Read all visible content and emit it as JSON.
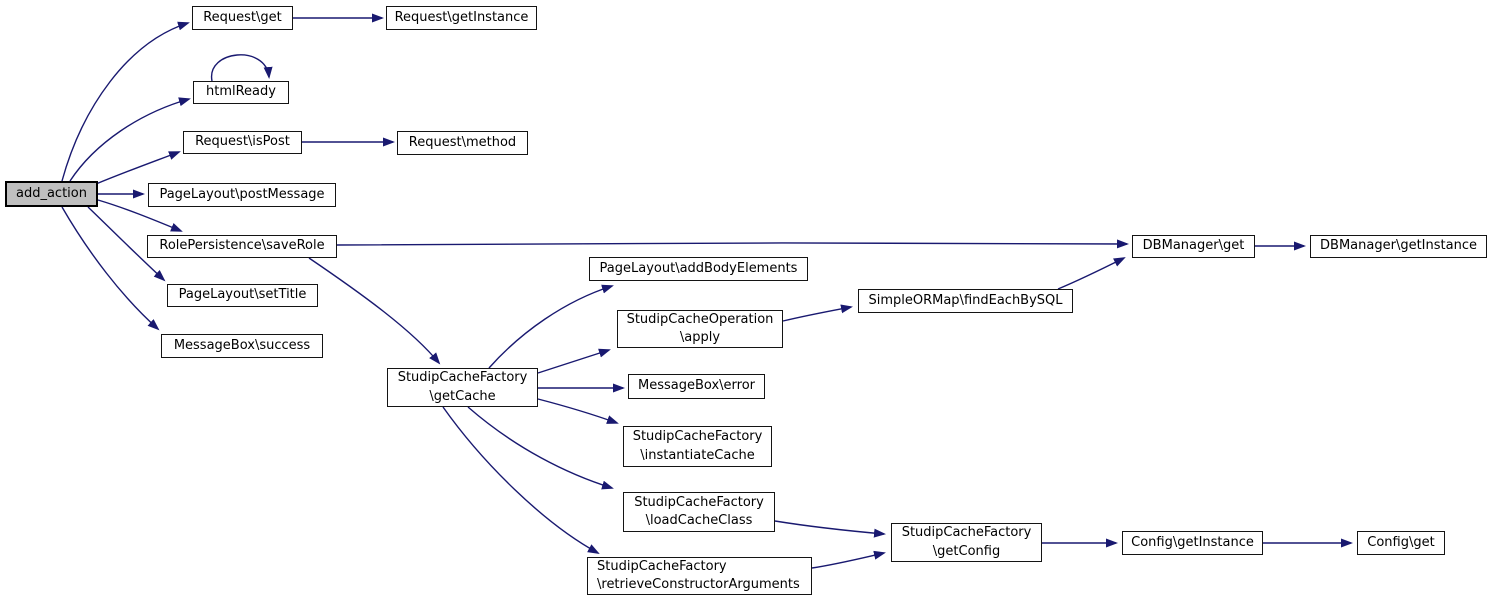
{
  "diagram": {
    "type": "call-graph",
    "colors": {
      "edge": "#191970",
      "node_fill": "#ffffff",
      "node_border": "#141414",
      "root_fill": "#bfbfbf",
      "background": "#ffffff"
    },
    "nodes": {
      "add_action": {
        "label": "add_action",
        "root": true
      },
      "request_get": {
        "label": "Request\\get"
      },
      "request_getinstance": {
        "label": "Request\\getInstance"
      },
      "htmlready": {
        "label": "htmlReady"
      },
      "request_ispost": {
        "label": "Request\\isPost"
      },
      "request_method": {
        "label": "Request\\method"
      },
      "pagelayout_postmessage": {
        "label": "PageLayout\\postMessage"
      },
      "rolepersistence_saverole": {
        "label": "RolePersistence\\saveRole"
      },
      "pagelayout_settitle": {
        "label": "PageLayout\\setTitle"
      },
      "messagebox_success": {
        "label": "MessageBox\\success"
      },
      "studipcachefactory_getcache": {
        "label": "StudipCacheFactory\n\\getCache"
      },
      "pagelayout_addbodyelements": {
        "label": "PageLayout\\addBodyElements"
      },
      "studipcacheoperation_apply": {
        "label": "StudipCacheOperation\n\\apply"
      },
      "messagebox_error": {
        "label": "MessageBox\\error"
      },
      "studipcachefactory_instantiatecache": {
        "label": "StudipCacheFactory\n\\instantiateCache"
      },
      "studipcachefactory_loadcacheclass": {
        "label": "StudipCacheFactory\n\\loadCacheClass"
      },
      "studipcachefactory_retrieveconstructorarguments": {
        "label": "StudipCacheFactory\n\\retrieveConstructorArguments"
      },
      "simpleormap_findeachbysql": {
        "label": "SimpleORMap\\findEachBySQL"
      },
      "dbmanager_get": {
        "label": "DBManager\\get"
      },
      "dbmanager_getinstance": {
        "label": "DBManager\\getInstance"
      },
      "studipcachefactory_getconfig": {
        "label": "StudipCacheFactory\n\\getConfig"
      },
      "config_getinstance": {
        "label": "Config\\getInstance"
      },
      "config_get": {
        "label": "Config\\get"
      }
    },
    "edges": [
      {
        "from": "add_action",
        "to": "request_get"
      },
      {
        "from": "add_action",
        "to": "htmlready"
      },
      {
        "from": "add_action",
        "to": "request_ispost"
      },
      {
        "from": "add_action",
        "to": "pagelayout_postmessage"
      },
      {
        "from": "add_action",
        "to": "rolepersistence_saverole"
      },
      {
        "from": "add_action",
        "to": "pagelayout_settitle"
      },
      {
        "from": "add_action",
        "to": "messagebox_success"
      },
      {
        "from": "request_get",
        "to": "request_getinstance"
      },
      {
        "from": "htmlready",
        "to": "htmlready"
      },
      {
        "from": "request_ispost",
        "to": "request_method"
      },
      {
        "from": "rolepersistence_saverole",
        "to": "dbmanager_get"
      },
      {
        "from": "rolepersistence_saverole",
        "to": "studipcachefactory_getcache"
      },
      {
        "from": "studipcachefactory_getcache",
        "to": "pagelayout_addbodyelements"
      },
      {
        "from": "studipcachefactory_getcache",
        "to": "studipcacheoperation_apply"
      },
      {
        "from": "studipcachefactory_getcache",
        "to": "messagebox_error"
      },
      {
        "from": "studipcachefactory_getcache",
        "to": "studipcachefactory_instantiatecache"
      },
      {
        "from": "studipcachefactory_getcache",
        "to": "studipcachefactory_loadcacheclass"
      },
      {
        "from": "studipcachefactory_getcache",
        "to": "studipcachefactory_retrieveconstructorarguments"
      },
      {
        "from": "studipcacheoperation_apply",
        "to": "simpleormap_findeachbysql"
      },
      {
        "from": "simpleormap_findeachbysql",
        "to": "dbmanager_get"
      },
      {
        "from": "dbmanager_get",
        "to": "dbmanager_getinstance"
      },
      {
        "from": "studipcachefactory_loadcacheclass",
        "to": "studipcachefactory_getconfig"
      },
      {
        "from": "studipcachefactory_retrieveconstructorarguments",
        "to": "studipcachefactory_getconfig"
      },
      {
        "from": "studipcachefactory_getconfig",
        "to": "config_getinstance"
      },
      {
        "from": "config_getinstance",
        "to": "config_get"
      }
    ]
  }
}
